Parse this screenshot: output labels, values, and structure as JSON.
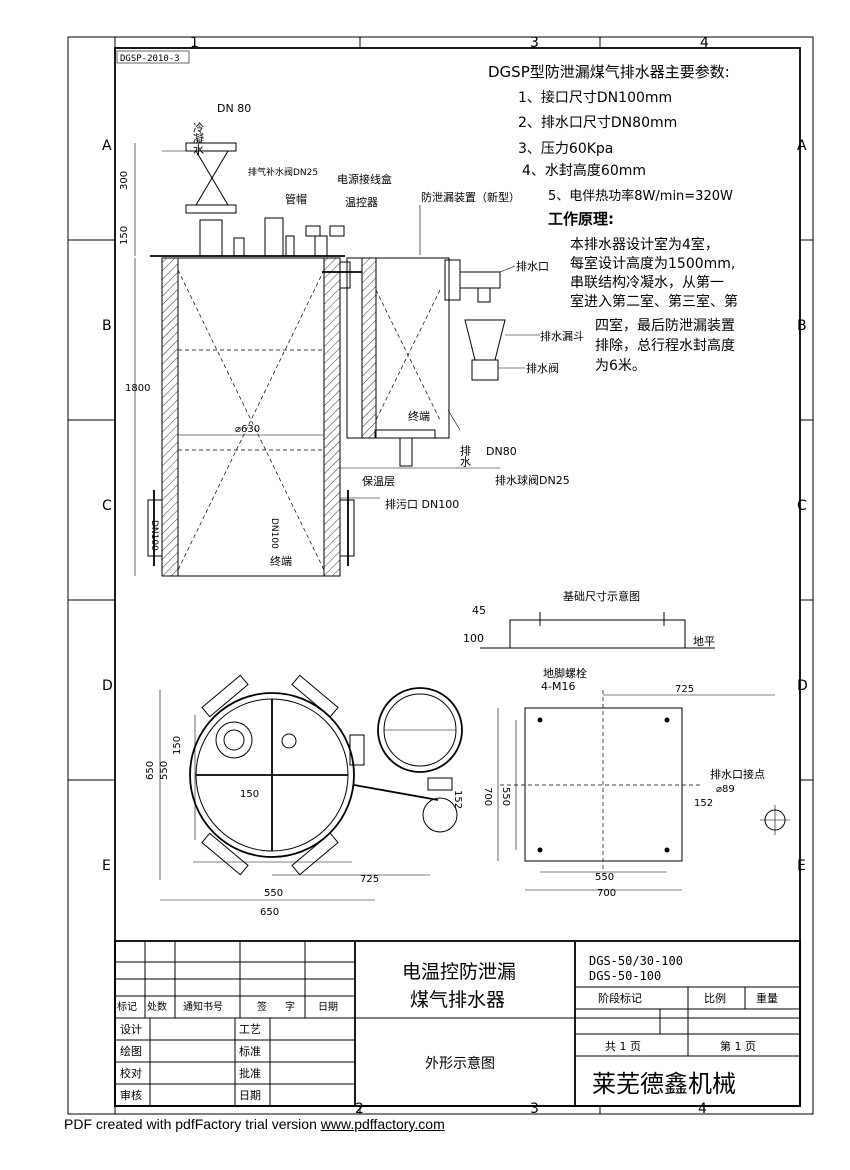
{
  "frame": {
    "col_marks": [
      "1",
      "2",
      "3",
      "4"
    ],
    "row_marks": [
      "A",
      "B",
      "C",
      "D",
      "E"
    ],
    "drawing_code": "DGSP-2010-3"
  },
  "params": {
    "title": "DGSP型防泄漏煤气排水器主要参数:",
    "items": [
      "1、接口尺寸DN100mm",
      "2、排水口尺寸DN80mm",
      "3、压力60Kpa",
      "4、水封高度60mm",
      "5、电伴热功率8W/min=320W"
    ]
  },
  "principle": {
    "title": "工作原理:",
    "lines": [
      "本排水器设计室为4室，",
      "每室设计高度为1500mm,",
      "串联结构冷凝水，从第一",
      "室进入第二室、第三室、第",
      "四室，最后防泄漏装置",
      "排除，总行程水封高度",
      "为6米。"
    ]
  },
  "labels": {
    "condensate": "冷凝水",
    "dn80_top": "DN 80",
    "vent_valve": "排气补水阀DN25",
    "pipe_cap": "管帽",
    "power_box": "电源接线盒",
    "thermostat": "温控器",
    "anti_leak": "防泄漏装置（新型）",
    "drain_port": "排水口",
    "drain_funnel": "排水漏斗",
    "drain_valve": "排水阀",
    "terminal": "终端",
    "drain_water": "排水",
    "dn80_side": "DN80",
    "ball_valve": "排水球阀DN25",
    "insulation": "保温层",
    "sewage": "排污口 DN100",
    "dn100_left": "DN100",
    "dn100_right": "DN100",
    "terminal_bottom": "终端",
    "dia630": "⌀630"
  },
  "dims": {
    "d300": "300",
    "d150": "150",
    "d1800": "1800",
    "d650": "650",
    "d550": "550",
    "d150b": "150",
    "d150c": "150",
    "d152": "152",
    "d725": "725",
    "d550b": "550",
    "d650b": "650"
  },
  "foundation": {
    "title": "基础尺寸示意图",
    "d45": "45",
    "d100": "100",
    "ground": "地平",
    "bolt": "地脚螺栓",
    "bolt_spec": "4-M16",
    "d725": "725",
    "d700": "700",
    "d550": "550",
    "d550b": "550",
    "d700b": "700",
    "outlet": "排水口接点",
    "outlet_dia": "⌀89",
    "d152": "152"
  },
  "titleblock": {
    "product_line1": "电温控防泄漏",
    "product_line2": "煤气排水器",
    "model1": "DGS-50/30-100",
    "model2": "DGS-50-100",
    "stage_mark": "阶段标记",
    "ratio": "比例",
    "weight": "重量",
    "total": "共 1 页",
    "sheet": "第 1 页",
    "company": "莱芜德鑫机械",
    "sheet_title": "外形示意图",
    "hdr": [
      "标记",
      "处数",
      "通知书号",
      "签",
      "字",
      "日期"
    ],
    "rows_left": [
      "设计",
      "绘图",
      "校对",
      "审核"
    ],
    "rows_mid": [
      "工艺",
      "标准",
      "批准",
      "日期"
    ]
  },
  "footer": {
    "pdf_text": "PDF created with pdfFactory trial version ",
    "pdf_link": "www.pdffactory.com"
  }
}
